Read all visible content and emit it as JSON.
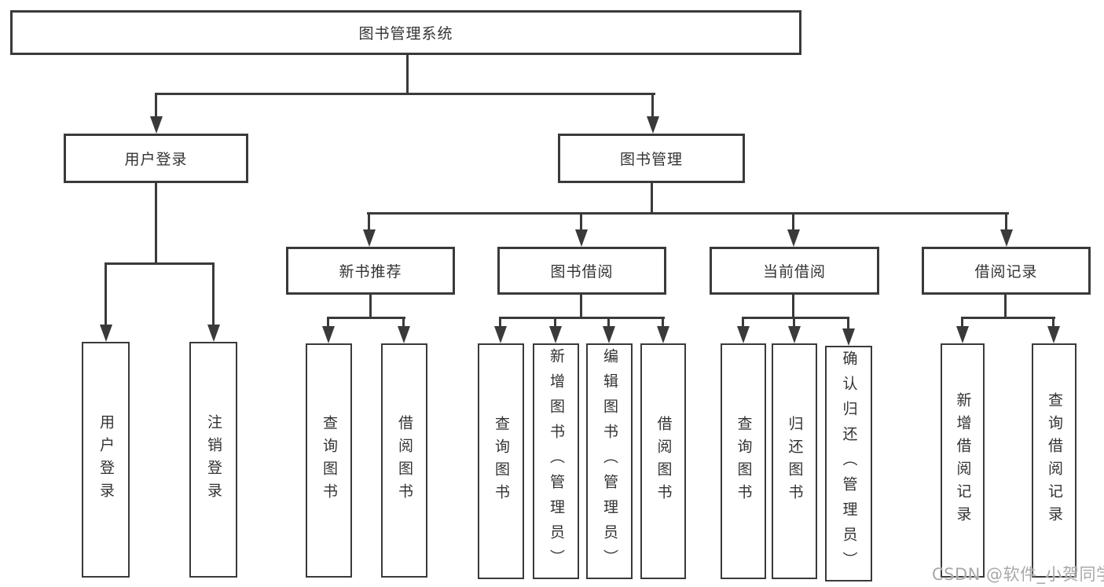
{
  "tree": {
    "label": "图书管理系统",
    "children": [
      {
        "label": "用户登录",
        "children": [
          {
            "label": "用户登录"
          },
          {
            "label": "注销登录"
          }
        ]
      },
      {
        "label": "图书管理",
        "children": [
          {
            "label": "新书推荐",
            "children": [
              {
                "label": "查询图书"
              },
              {
                "label": "借阅图书"
              }
            ]
          },
          {
            "label": "图书借阅",
            "children": [
              {
                "label": "查询图书"
              },
              {
                "label": "新增图书（管理员）"
              },
              {
                "label": "编辑图书（管理员）"
              },
              {
                "label": "借阅图书"
              }
            ]
          },
          {
            "label": "当前借阅",
            "children": [
              {
                "label": "查询图书"
              },
              {
                "label": "归还图书"
              },
              {
                "label": "确认归还（管理员）"
              }
            ]
          },
          {
            "label": "借阅记录",
            "children": [
              {
                "label": "新增借阅记录"
              },
              {
                "label": "查询借阅记录"
              }
            ]
          }
        ]
      }
    ]
  },
  "watermark": {
    "text": "CSDN @软件_小贺同学"
  },
  "colors": {
    "line": "#3a3a3a",
    "box_border": "#3a3a3a",
    "box_bg": "#ffffff",
    "text": "#333333",
    "watermark": "#a9a9a9"
  }
}
